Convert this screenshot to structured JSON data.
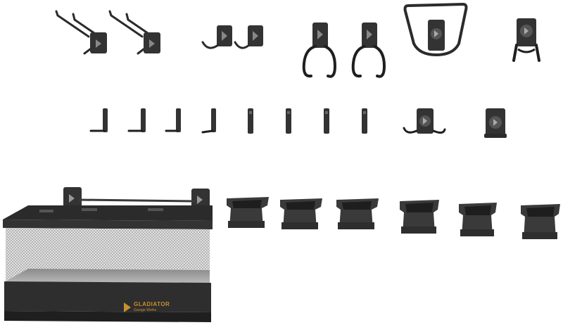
{
  "basket": {
    "brand_text": "GLADIATOR",
    "sub_text": "Garage Works"
  },
  "colors": {
    "metal": "#2b2b2b",
    "metal_light": "#4a4a4a",
    "mesh": "#bdbdbd",
    "bin": "#3a3a3a",
    "brand_accent": "#c9902e"
  },
  "items": [
    {
      "name": "double-hook",
      "count": 2
    },
    {
      "name": "small-j-hook",
      "count": 2
    },
    {
      "name": "utility-hook",
      "count": 2
    },
    {
      "name": "large-loop-hook",
      "count": 1
    },
    {
      "name": "scoop-hook",
      "count": 1
    },
    {
      "name": "straight-hook",
      "count": 8
    },
    {
      "name": "s-hook",
      "count": 1
    },
    {
      "name": "clip-hook",
      "count": 1
    },
    {
      "name": "bin",
      "count": 6
    },
    {
      "name": "wire-basket",
      "count": 1
    }
  ]
}
